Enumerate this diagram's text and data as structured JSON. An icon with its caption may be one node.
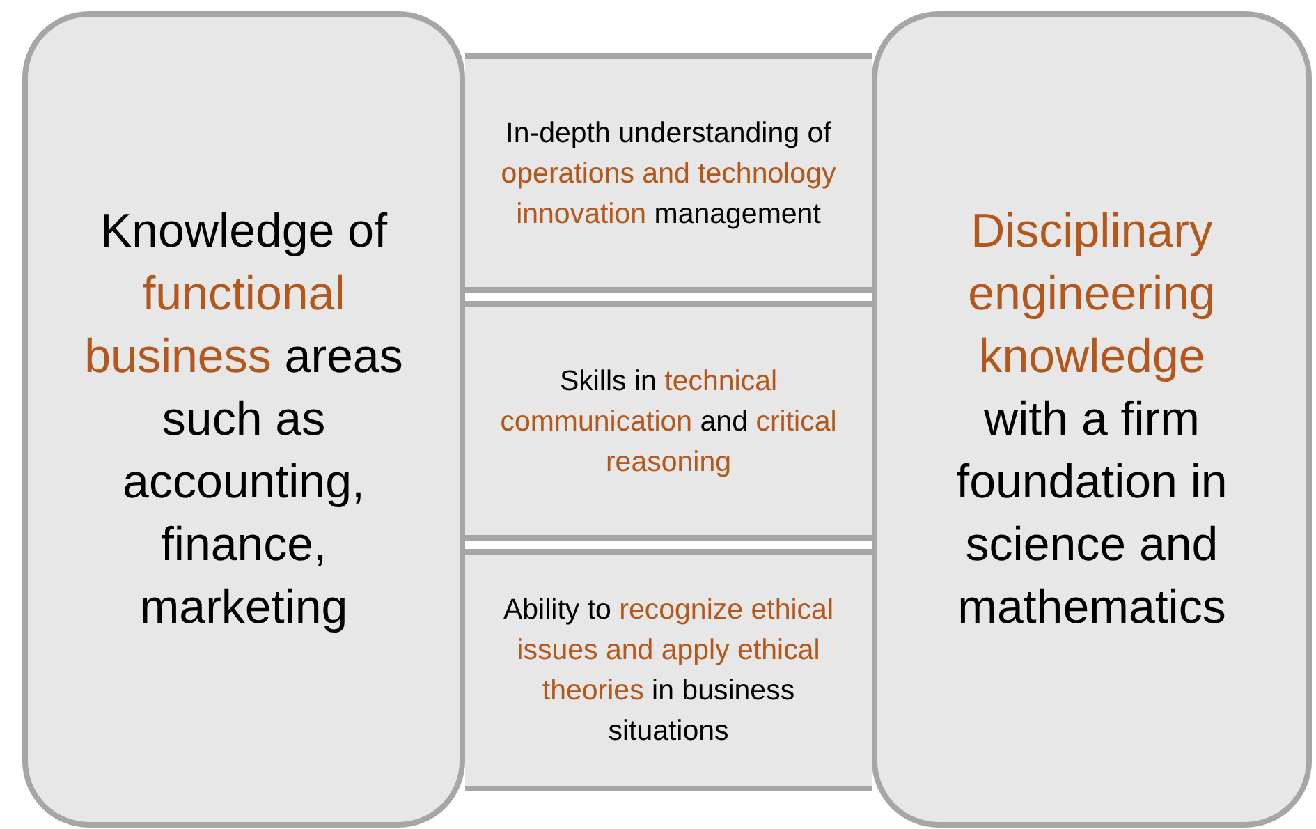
{
  "diagram": {
    "nodes": [
      {
        "text": [
          "Knowledge of *functional business* areas such as accounting, finance, marketing"
        ]
      },
      {
        "text": [
          "In-depth understanding of *operations and technology innovation* management"
        ]
      },
      {
        "text": [
          "Skills in *technical communication* and *critical reasoning*"
        ]
      },
      {
        "text": [
          "Ability to *recognize ethical issues and apply ethical theories* in business situations"
        ]
      },
      {
        "text": [
          "*Disciplinary engineering knowledge* with a firm foundation in science and mathematics"
        ]
      }
    ]
  }
}
